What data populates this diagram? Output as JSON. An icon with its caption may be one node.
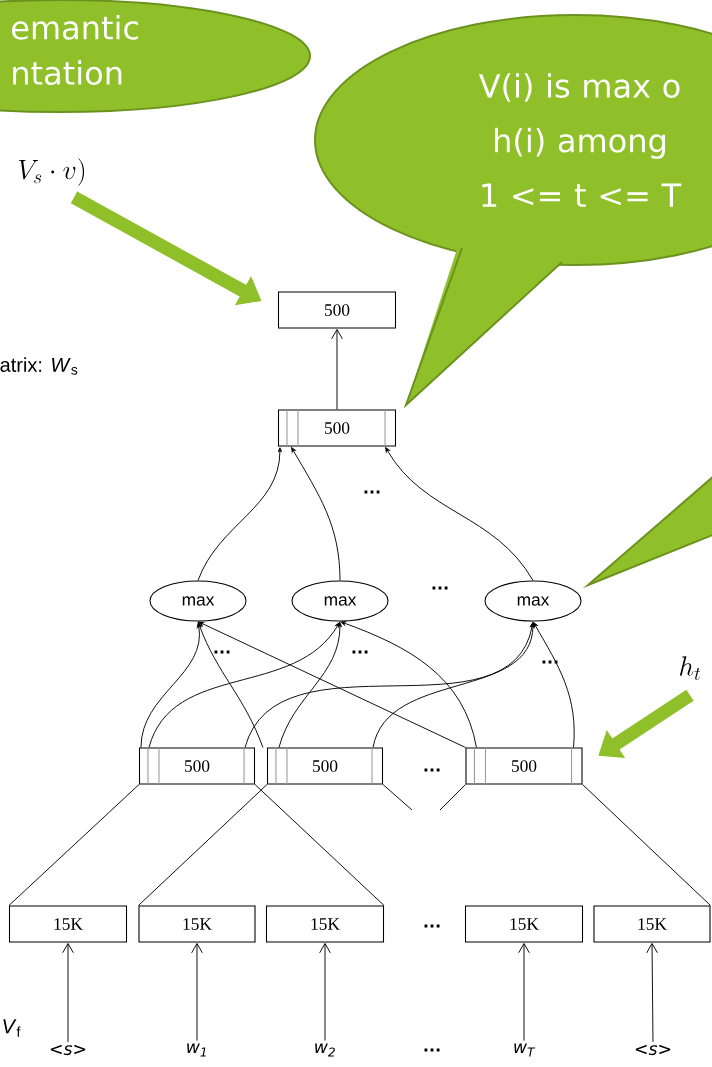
{
  "diagram": {
    "nodes": [
      {
        "text": [
          "emantic ntation"
        ]
      },
      {
        "text": [
          "V_s \\cdot v)"
        ]
      },
      {
        "text": [
          "V(i) is max o h(i) among 1 <= t <= T"
        ]
      },
      {
        "text": [
          "500"
        ]
      },
      {
        "text": [
          "500"
        ]
      },
      {
        "text": [
          "max"
        ]
      },
      {
        "text": [
          "max"
        ]
      },
      {
        "text": [
          "max"
        ]
      },
      {
        "text": [
          "h_t"
        ]
      },
      {
        "text": [
          "500"
        ]
      },
      {
        "text": [
          "500"
        ]
      },
      {
        "text": [
          "500"
        ]
      },
      {
        "text": [
          "15K"
        ]
      },
      {
        "text": [
          "15K"
        ]
      },
      {
        "text": [
          "15K"
        ]
      },
      {
        "text": [
          "15K"
        ]
      },
      {
        "text": [
          "15K"
        ]
      },
      {
        "text": [
          "<s>"
        ]
      },
      {
        "text": [
          "w$_{1}$"
        ]
      },
      {
        "text": [
          "w$_{2}$"
        ]
      },
      {
        "text": [
          "w$_{T}$"
        ]
      },
      {
        "text": [
          "<s>"
        ]
      }
    ],
    "edges": [
      {
        "from": 1,
        "to": 3,
        "arrow": "to",
        "style": "thick",
        "color": "#8fc02a"
      },
      {
        "from": 4,
        "to": 3,
        "arrow": "to"
      },
      {
        "from": 5,
        "to": 4,
        "arrow": "to"
      },
      {
        "from": 6,
        "to": 4,
        "arrow": "to"
      },
      {
        "from": 7,
        "to": 4,
        "arrow": "to"
      },
      {
        "from": 9,
        "to": 5,
        "arrow": "to"
      },
      {
        "from": 10,
        "to": 5,
        "arrow": "to"
      },
      {
        "from": 11,
        "to": 5,
        "arrow": "to"
      },
      {
        "from": 9,
        "to": 6,
        "arrow": "to"
      },
      {
        "from": 10,
        "to": 6,
        "arrow": "to"
      },
      {
        "from": 11,
        "to": 6,
        "arrow": "to"
      },
      {
        "from": 9,
        "to": 7,
        "arrow": "to"
      },
      {
        "from": 10,
        "to": 7,
        "arrow": "to"
      },
      {
        "from": 11,
        "to": 7,
        "arrow": "to"
      },
      {
        "from": 8,
        "to": 11,
        "arrow": "to",
        "style": "thick",
        "color": "#8fc02a"
      },
      {
        "from": 9,
        "to": 12,
        "arrow": "none"
      },
      {
        "from": 9,
        "to": 14,
        "arrow": "none"
      },
      {
        "from": 10,
        "to": 13,
        "arrow": "none"
      },
      {
        "from": 10,
        "to": null,
        "arrow": "none"
      },
      {
        "from": null,
        "to": 11,
        "arrow": "none"
      },
      {
        "from": 11,
        "to": 16,
        "arrow": "none"
      },
      {
        "from": 17,
        "to": 12,
        "arrow": "to"
      },
      {
        "from": 18,
        "to": 13,
        "arrow": "to"
      },
      {
        "from": 19,
        "to": 14,
        "arrow": "to"
      },
      {
        "from": 20,
        "to": 15,
        "arrow": "to"
      },
      {
        "from": 21,
        "to": 16,
        "arrow": "to"
      }
    ],
    "labels": [
      "atrix: *W*$_{s}$",
      "...",
      "...",
      "...",
      "...",
      "...",
      "...",
      "...",
      "*V*$_{f}$",
      "..."
    ]
  }
}
